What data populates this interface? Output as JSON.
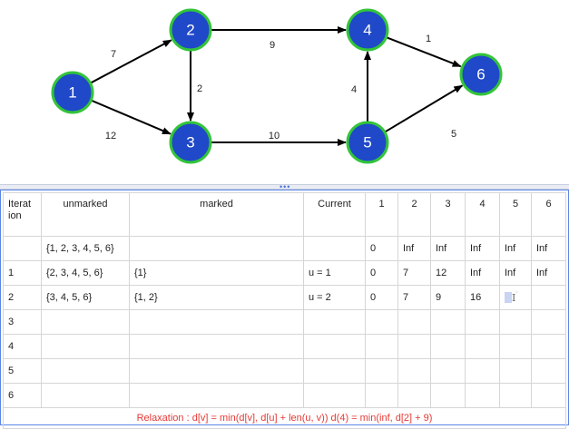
{
  "graph": {
    "nodes": [
      {
        "id": "1",
        "label": "1"
      },
      {
        "id": "2",
        "label": "2"
      },
      {
        "id": "3",
        "label": "3"
      },
      {
        "id": "4",
        "label": "4"
      },
      {
        "id": "5",
        "label": "5"
      },
      {
        "id": "6",
        "label": "6"
      }
    ],
    "edges": [
      {
        "from": "1",
        "to": "2",
        "weight": "7"
      },
      {
        "from": "1",
        "to": "3",
        "weight": "12"
      },
      {
        "from": "2",
        "to": "3",
        "weight": "2"
      },
      {
        "from": "2",
        "to": "4",
        "weight": "9"
      },
      {
        "from": "3",
        "to": "5",
        "weight": "10"
      },
      {
        "from": "5",
        "to": "4",
        "weight": "4"
      },
      {
        "from": "4",
        "to": "6",
        "weight": "1"
      },
      {
        "from": "5",
        "to": "6",
        "weight": "5"
      }
    ],
    "colors": {
      "node_fill": "#1f49c8",
      "node_border": "#33c43a",
      "edge": "#000000",
      "label": "#ffffff"
    }
  },
  "splitter": {
    "grip": "•••"
  },
  "table": {
    "headers": {
      "iteration": "Iterat ion",
      "unmarked": "unmarked",
      "marked": "marked",
      "current": "Current",
      "d1": "1",
      "d2": "2",
      "d3": "3",
      "d4": "4",
      "d5": "5",
      "d6": "6"
    },
    "rows": [
      {
        "iteration": "",
        "unmarked": "{1, 2, 3, 4, 5, 6}",
        "marked": "",
        "current": "",
        "d1": "0",
        "d2": "Inf",
        "d3": "Inf",
        "d4": "Inf",
        "d5": "Inf",
        "d6": "Inf"
      },
      {
        "iteration": "1",
        "unmarked": "{2, 3, 4, 5, 6}",
        "marked": "{1}",
        "current": "u = 1",
        "d1": "0",
        "d2": "7",
        "d3": "12",
        "d4": "Inf",
        "d5": "Inf",
        "d6": "Inf"
      },
      {
        "iteration": "2",
        "unmarked": "{3, 4, 5, 6}",
        "marked": "{1, 2}",
        "current": "u = 2",
        "d1": "0",
        "d2": "7",
        "d3": "9",
        "d4": "16",
        "d5": "",
        "d6": ""
      },
      {
        "iteration": "3",
        "unmarked": "",
        "marked": "",
        "current": "",
        "d1": "",
        "d2": "",
        "d3": "",
        "d4": "",
        "d5": "",
        "d6": ""
      },
      {
        "iteration": "4",
        "unmarked": "",
        "marked": "",
        "current": "",
        "d1": "",
        "d2": "",
        "d3": "",
        "d4": "",
        "d5": "",
        "d6": ""
      },
      {
        "iteration": "5",
        "unmarked": "",
        "marked": "",
        "current": "",
        "d1": "",
        "d2": "",
        "d3": "",
        "d4": "",
        "d5": "",
        "d6": ""
      },
      {
        "iteration": "6",
        "unmarked": "",
        "marked": "",
        "current": "",
        "d1": "",
        "d2": "",
        "d3": "",
        "d4": "",
        "d5": "",
        "d6": ""
      }
    ],
    "relaxation_note": "Relaxation : d[v] = min(d[v], d[u] + len(u, v)) d(4) = min(inf, d[2] + 9)",
    "colors": {
      "border": "#d6d6d6",
      "panel_border": "#5b86e5",
      "note": "#e53935"
    }
  }
}
